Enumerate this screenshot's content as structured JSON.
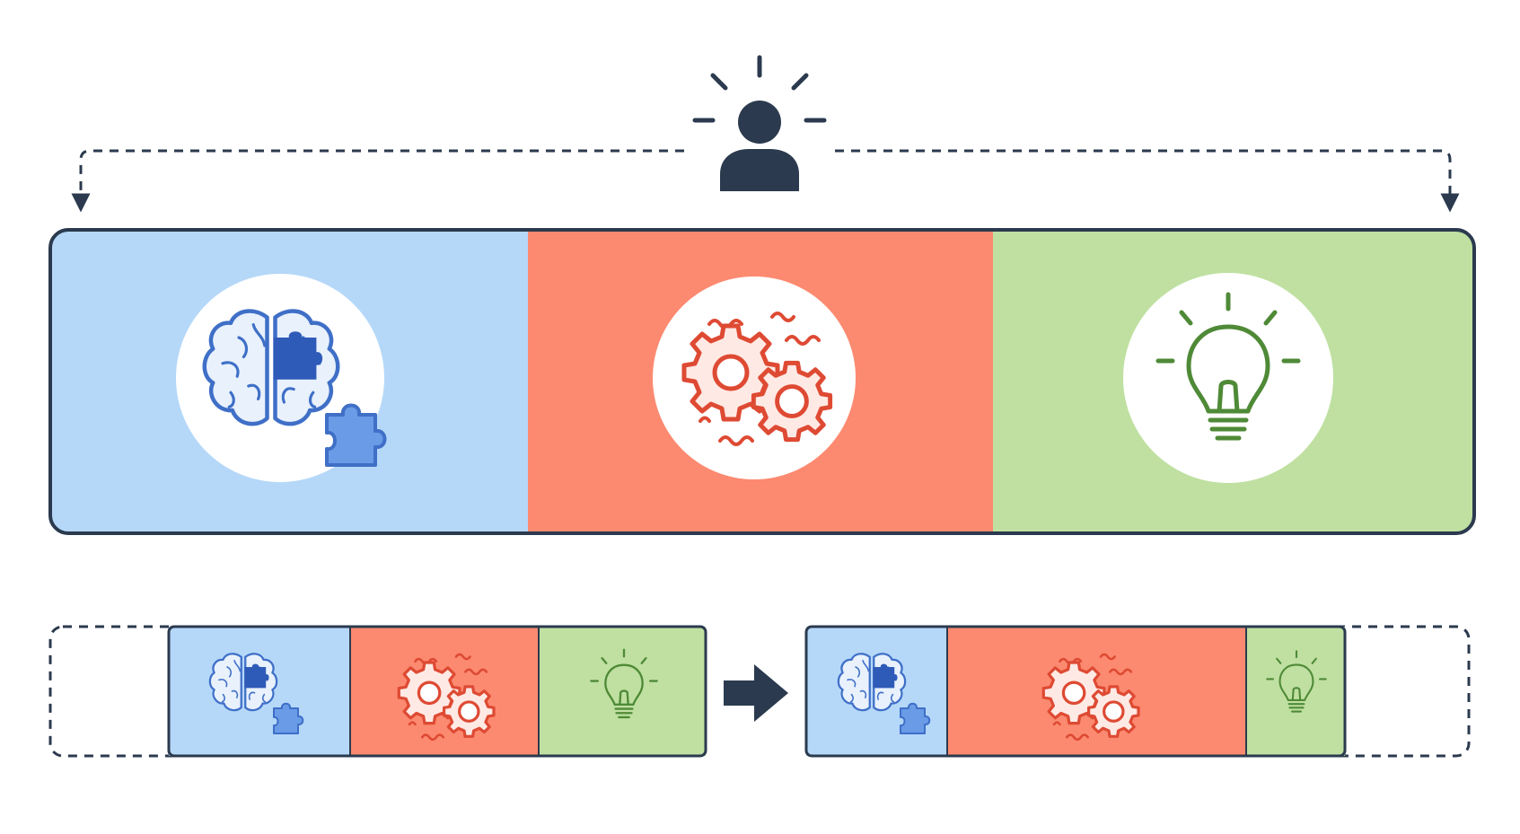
{
  "colors": {
    "outline": "#2b3a4e",
    "blue_fill": "#b5d8f9",
    "red_fill": "#fc8a70",
    "green_fill": "#bfe0a1",
    "blue_icon": "#3f6fc7",
    "blue_piece": "#6a9be6",
    "red_icon": "#de4a33",
    "green_icon": "#4f8a37",
    "circle_fill": "#ffffff",
    "background": "#ffffff"
  },
  "icons": {
    "person": "person-icon",
    "brain": "brain-puzzle-icon",
    "gears": "gears-icon",
    "bulb": "lightbulb-icon",
    "arrow": "right-arrow-icon"
  },
  "segments": {
    "main": [
      {
        "name": "understanding",
        "icon": "brain-puzzle-icon",
        "share": 0.335
      },
      {
        "name": "processing",
        "icon": "gears-icon",
        "share": 0.327
      },
      {
        "name": "insight",
        "icon": "lightbulb-icon",
        "share": 0.338
      }
    ],
    "before": [
      {
        "name": "understanding",
        "icon": "brain-puzzle-icon",
        "share": 0.337
      },
      {
        "name": "processing",
        "icon": "gears-icon",
        "share": 0.351
      },
      {
        "name": "insight",
        "icon": "lightbulb-icon",
        "share": 0.312
      }
    ],
    "after": [
      {
        "name": "understanding",
        "icon": "brain-puzzle-icon",
        "share": 0.262
      },
      {
        "name": "processing",
        "icon": "gears-icon",
        "share": 0.555
      },
      {
        "name": "insight",
        "icon": "lightbulb-icon",
        "share": 0.183
      }
    ]
  }
}
